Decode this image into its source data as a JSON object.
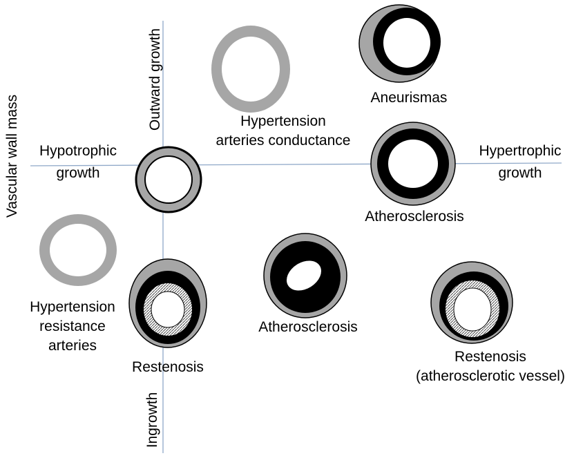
{
  "axes": {
    "y_label": "Vascular wall mass",
    "top_label": "Outward growth",
    "bottom_label": "Ingrowth",
    "left_label": [
      "Hypotrophic",
      "growth"
    ],
    "right_label": [
      "Hypertrophic",
      "growth"
    ]
  },
  "vessels": {
    "hypertension_conductance": [
      "Hypertension",
      "arteries conductance"
    ],
    "aneurismas": "Aneurismas",
    "atherosclerosis_outward": "Atherosclerosis",
    "hypertension_resistance": [
      "Hypertension",
      "resistance",
      "arteries"
    ],
    "restenosis": "Restenosis",
    "atherosclerosis_inward": "Atherosclerosis",
    "restenosis_athero": [
      "Restenosis",
      "(atherosclerotic vessel)"
    ]
  },
  "colors": {
    "axis_line": "#8fa8c8",
    "media_gray": "#a6a6a6",
    "plaque_black": "#000000",
    "outline": "#000000",
    "lumen": "#ffffff"
  }
}
